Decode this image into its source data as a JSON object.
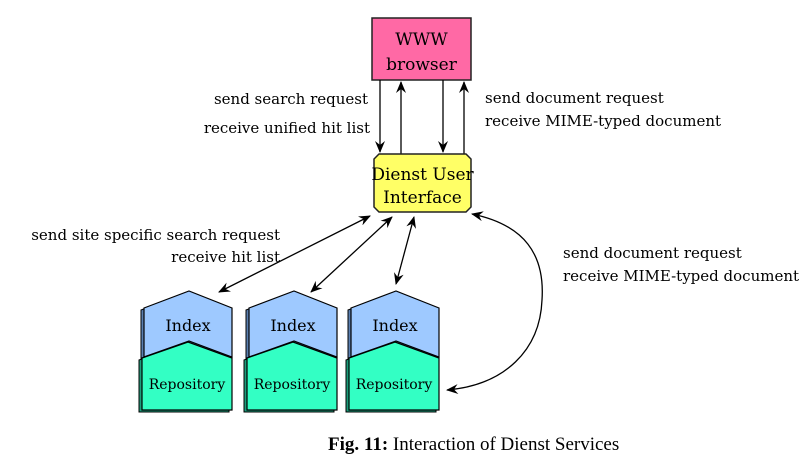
{
  "nodes": {
    "browser": {
      "lines": [
        "WWW",
        "browser"
      ],
      "color": "#ff69a5"
    },
    "ui": {
      "lines": [
        "Dienst User",
        "Interface"
      ],
      "color": "#ffff66"
    },
    "sites": [
      {
        "index": "Index",
        "repository": "Repository"
      },
      {
        "index": "Index",
        "repository": "Repository"
      },
      {
        "index": "Index",
        "repository": "Repository"
      }
    ],
    "index_color": "#9ec9ff",
    "repository_color": "#33ffc4"
  },
  "labels": {
    "search_send": "send search request",
    "search_receive": "receive unified hit list",
    "doc_send": "send document request",
    "doc_receive": "receive MIME-typed document",
    "site_send": "send site specific search request",
    "site_receive": "receive hit list",
    "repo_doc_send": "send document request",
    "repo_doc_receive": "receive MIME-typed document"
  },
  "caption": {
    "prefix": "Fig. 11:",
    "text": "Interaction of Dienst Services"
  }
}
